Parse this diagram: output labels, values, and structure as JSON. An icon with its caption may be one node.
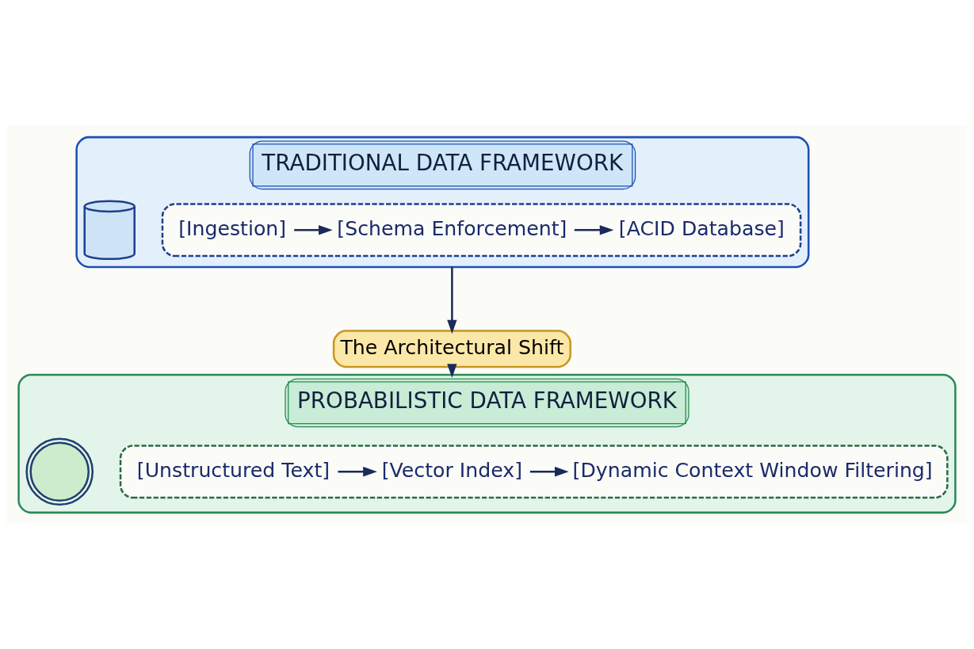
{
  "diagram": {
    "nodes": [
      {
        "text": [
          "TRADITIONAL DATA FRAMEWORK"
        ]
      },
      {
        "text": [],
        "shape": "cylinder",
        "in": 0
      },
      {
        "text": [],
        "shape": "box",
        "in": 0
      },
      {
        "text": [
          "[Ingestion]"
        ],
        "in": 2
      },
      {
        "text": [
          "[Schema Enforcement]"
        ],
        "in": 2
      },
      {
        "text": [
          "[ACID Database]"
        ],
        "in": 2
      },
      {
        "text": [
          "The Architectural Shift"
        ]
      },
      {
        "text": [
          "PROBABILISTIC DATA FRAMEWORK"
        ]
      },
      {
        "text": [],
        "shape": "picture",
        "in": 7
      },
      {
        "text": [],
        "shape": "box",
        "in": 7
      },
      {
        "text": [
          "[Unstructured Text]"
        ],
        "in": 9
      },
      {
        "text": [
          "[Vector Index]"
        ],
        "in": 9
      },
      {
        "text": [
          "[Dynamic Context Window Filtering]"
        ],
        "in": 9
      }
    ],
    "edges": [
      {
        "from": 3,
        "to": 4,
        "arrow": "to"
      },
      {
        "from": 4,
        "to": 5,
        "arrow": "to"
      },
      {
        "from": 0,
        "to": 6,
        "arrow": "to"
      },
      {
        "from": 6,
        "to": 7,
        "arrow": "to"
      },
      {
        "from": 10,
        "to": 11,
        "arrow": "to"
      },
      {
        "from": 11,
        "to": 12,
        "arrow": "to"
      }
    ]
  }
}
